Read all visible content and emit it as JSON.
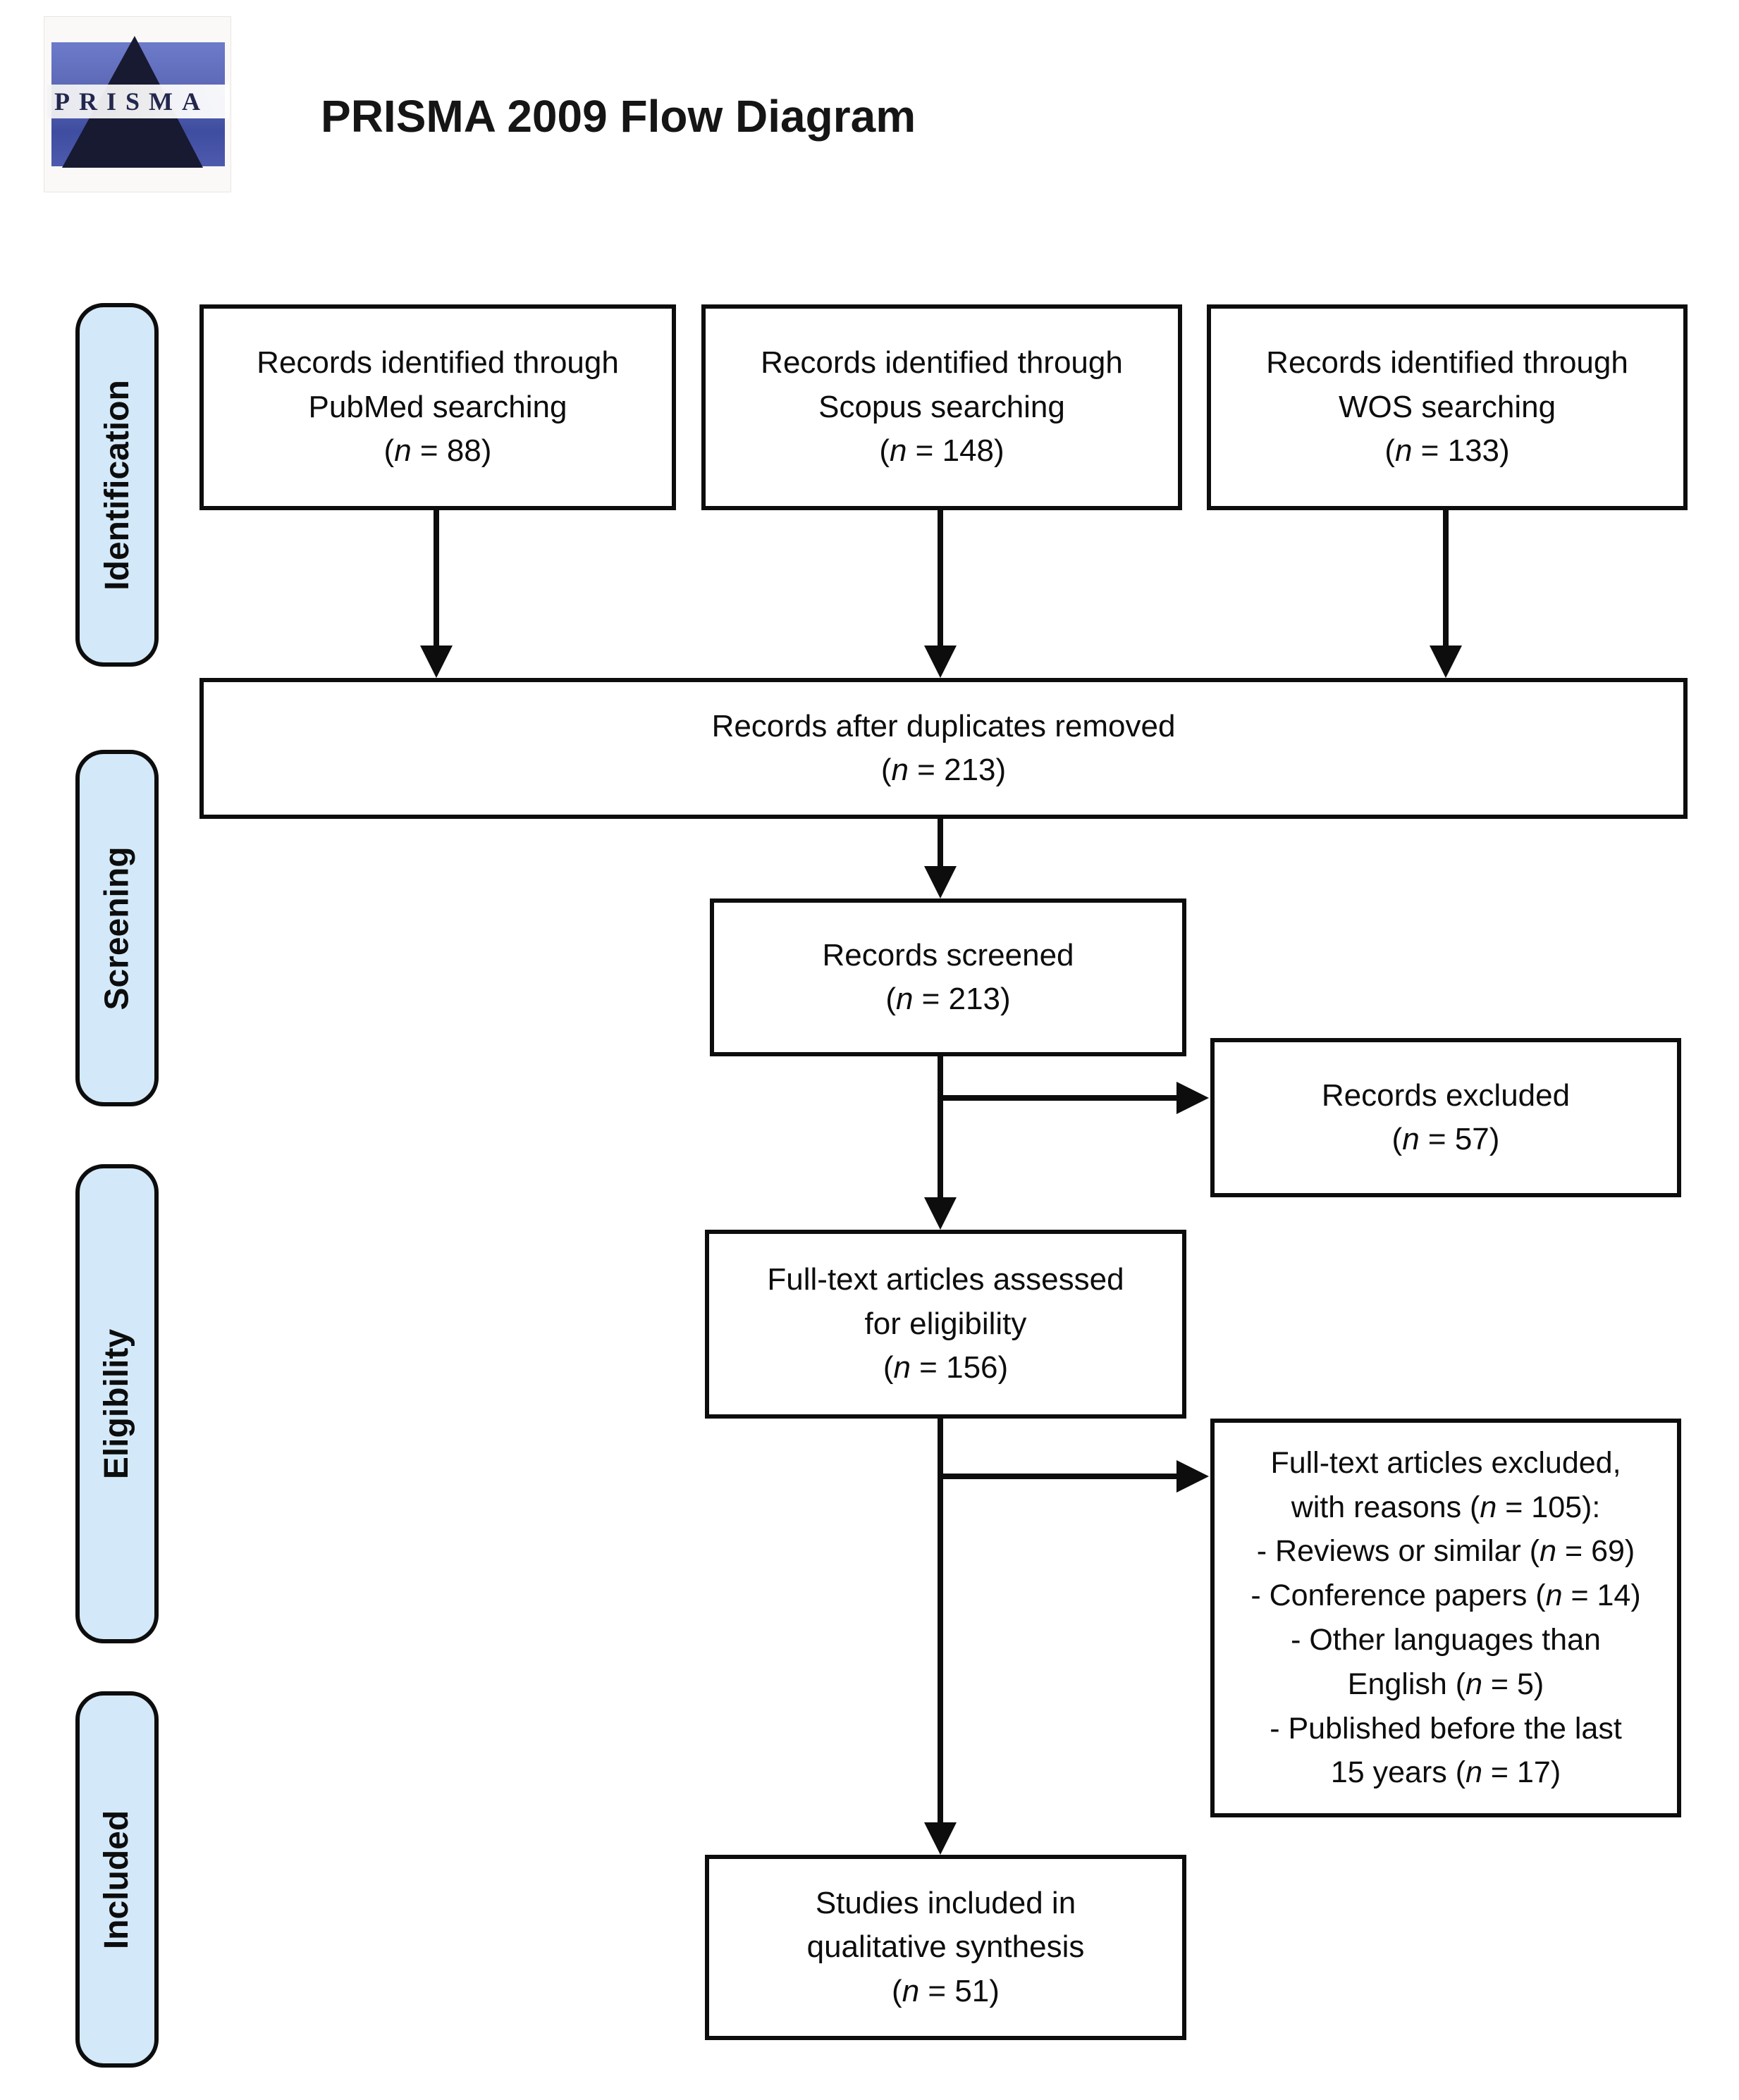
{
  "header": {
    "logo_text": "PRISMA",
    "title": "PRISMA 2009 Flow Diagram"
  },
  "colors": {
    "stage_fill": "#d3e9f9",
    "line_color": "#0d0d0d",
    "logo_blue": "#5b67b5",
    "logo_triangle": "#171a31"
  },
  "sidebar": {
    "labels": [
      "Identification",
      "Screening",
      "Eligibility",
      "Included"
    ]
  },
  "flow": {
    "pubmed": {
      "lines": [
        "Records identified through",
        "PubMed searching",
        "(n = 88)"
      ]
    },
    "scopus": {
      "lines": [
        "Records identified through",
        "Scopus searching",
        "(n = 148)"
      ]
    },
    "wos": {
      "lines": [
        "Records identified through",
        "WOS searching",
        "(n = 133)"
      ]
    },
    "duplicates": {
      "lines": [
        "Records after duplicates removed",
        "(n = 213)"
      ]
    },
    "screened": {
      "lines": [
        "Records screened",
        "(n = 213)"
      ]
    },
    "excluded": {
      "lines": [
        "Records excluded",
        "(n = 57)"
      ]
    },
    "fulltext": {
      "lines": [
        "Full-text articles assessed",
        "for eligibility",
        "(n = 156)"
      ]
    },
    "fulltext_excluded": {
      "lines": [
        "Full-text articles excluded,",
        "with reasons (n = 105):",
        "- Reviews or similar (n = 69)",
        "- Conference papers (n = 14)",
        "- Other languages than",
        "English (n = 5)",
        "- Published before the last",
        "15 years (n = 17)"
      ]
    },
    "included": {
      "lines": [
        "Studies included in",
        "qualitative synthesis",
        "(n = 51)"
      ]
    }
  }
}
